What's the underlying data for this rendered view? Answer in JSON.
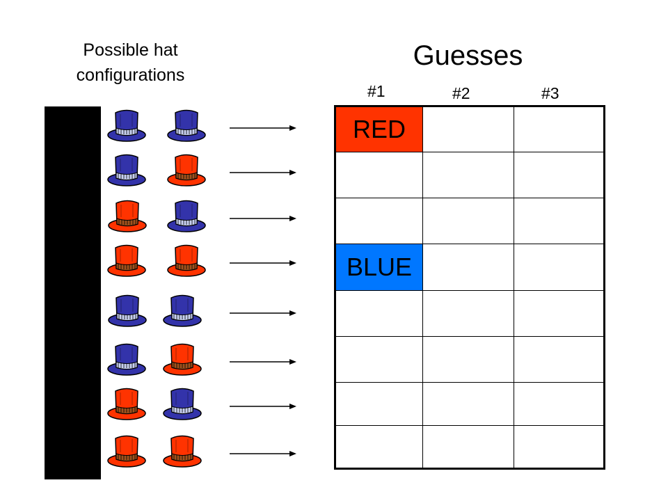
{
  "left_title": "Possible hat\nconfigurations",
  "main_title": "Guesses",
  "columns": [
    "#1",
    "#2",
    "#3"
  ],
  "colors": {
    "red_hat": "#ff3300",
    "blue_hat": "#3333aa",
    "red_cell": "#ff3300",
    "blue_cell": "#0077ff"
  },
  "configurations": [
    [
      "blue",
      "blue"
    ],
    [
      "blue",
      "red"
    ],
    [
      "red",
      "blue"
    ],
    [
      "red",
      "red"
    ],
    [
      "blue",
      "blue"
    ],
    [
      "blue",
      "red"
    ],
    [
      "red",
      "blue"
    ],
    [
      "red",
      "red"
    ]
  ],
  "guesses": [
    [
      "RED",
      "",
      ""
    ],
    [
      "",
      "",
      ""
    ],
    [
      "",
      "",
      ""
    ],
    [
      "BLUE",
      "",
      ""
    ],
    [
      "",
      "",
      ""
    ],
    [
      "",
      "",
      ""
    ],
    [
      "",
      "",
      ""
    ],
    [
      "",
      "",
      ""
    ]
  ],
  "guess_colors": [
    [
      "red",
      "",
      ""
    ],
    [
      "",
      "",
      ""
    ],
    [
      "",
      "",
      ""
    ],
    [
      "blue",
      "",
      ""
    ],
    [
      "",
      "",
      ""
    ],
    [
      "",
      "",
      ""
    ],
    [
      "",
      "",
      ""
    ],
    [
      "",
      "",
      ""
    ]
  ]
}
